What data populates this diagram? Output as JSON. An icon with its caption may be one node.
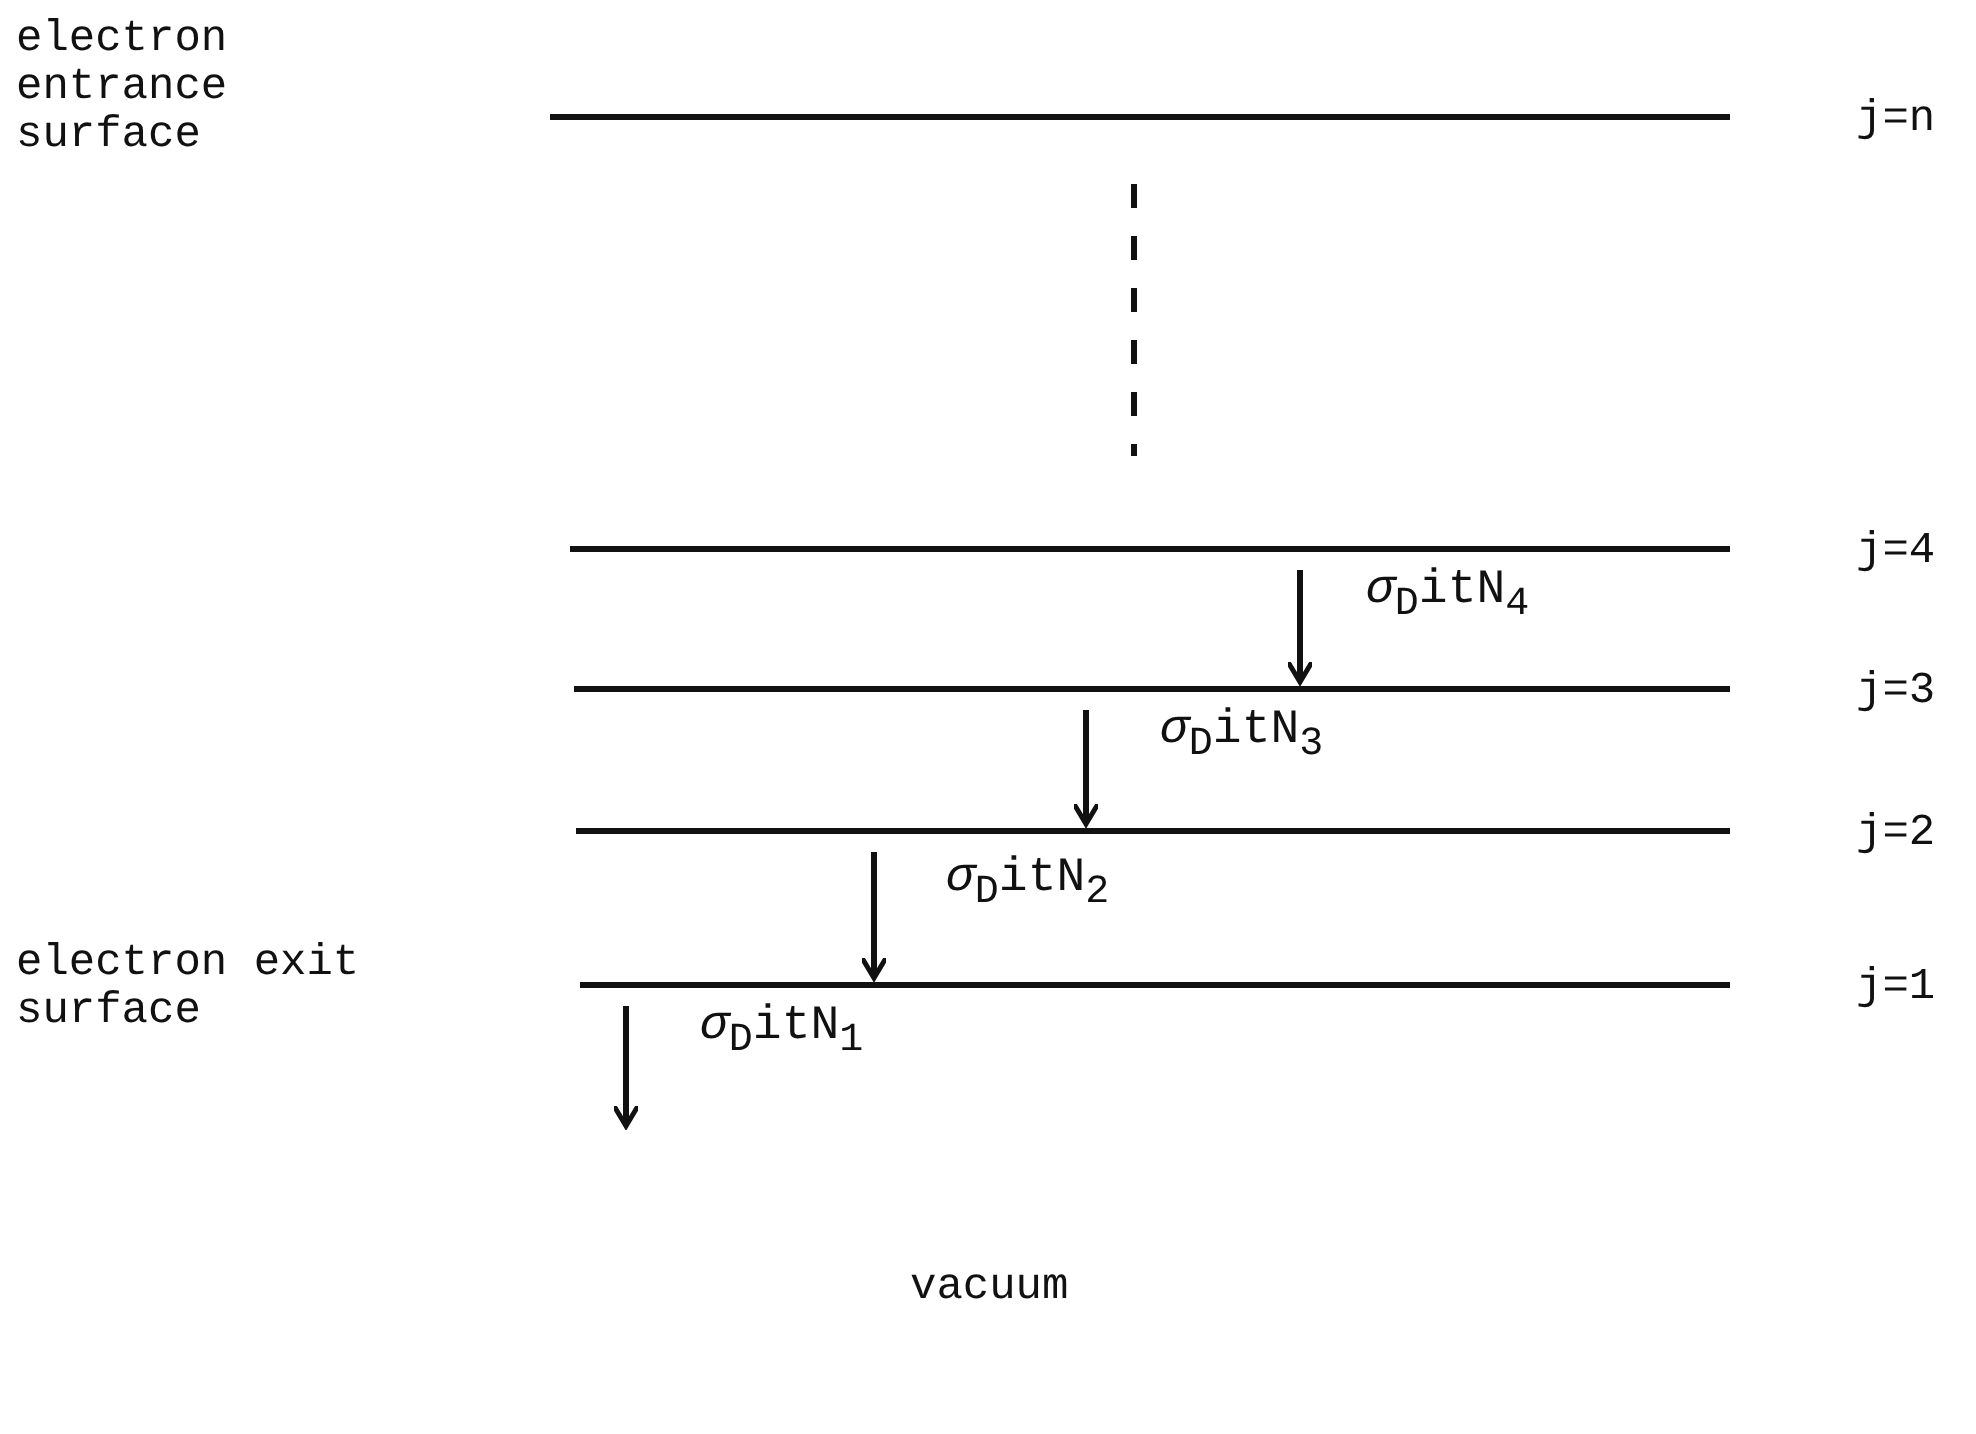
{
  "diagram": {
    "nodes": [
      {
        "text": [],
        "shape": "bar",
        "beside": [
          "j=n"
        ]
      },
      {
        "text": [],
        "shape": "bar",
        "beside": [
          "j=4"
        ]
      },
      {
        "text": [],
        "shape": "bar",
        "beside": [
          "j=3"
        ]
      },
      {
        "text": [],
        "shape": "bar",
        "beside": [
          "j=2"
        ]
      },
      {
        "text": [],
        "shape": "bar",
        "beside": [
          "j=1"
        ]
      }
    ],
    "edges": [
      {
        "from": 1,
        "to": 2,
        "arrow": "to",
        "label": "*σ*$_{D}$itN$_{4}$"
      },
      {
        "from": 2,
        "to": 3,
        "arrow": "to",
        "label": "*σ*$_{D}$itN$_{3}$"
      },
      {
        "from": 3,
        "to": 4,
        "arrow": "to",
        "label": "*σ*$_{D}$itN$_{2}$"
      },
      {
        "from": 4,
        "to": null,
        "arrow": "to",
        "label": "*σ*$_{D}$itN$_{1}$"
      }
    ],
    "labels": [
      "electron entrance surface",
      "electron exit surface",
      "vacuum"
    ]
  }
}
